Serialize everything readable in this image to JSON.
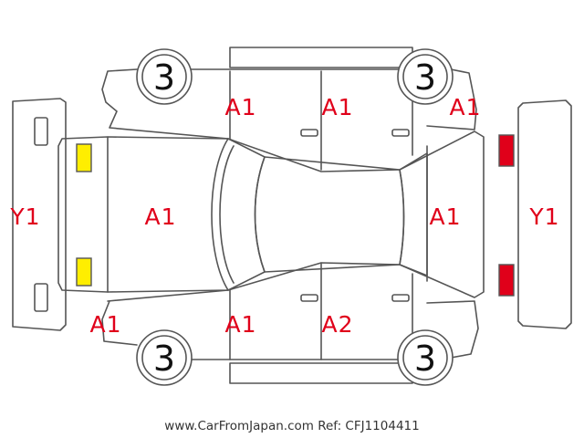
{
  "colors": {
    "label": "#e0001a",
    "outline": "#555555",
    "wheel_text": "#111111",
    "yellow_marker": "#ffee00",
    "red_marker": "#e0001a"
  },
  "wheels": {
    "front_left": "3",
    "front_right": "3",
    "rear_left": "3",
    "rear_right": "3"
  },
  "labels": {
    "front_bumper": "Y1",
    "rear_bumper": "Y1",
    "hood": "A1",
    "tailgate": "A1",
    "top_front_door": "A1",
    "top_rear_door": "A1",
    "top_rear_quarter": "A1",
    "bottom_front_fender": "A1",
    "bottom_front_door": "A1",
    "bottom_rear_door": "A2"
  },
  "markers": {
    "front_lights": "yellow",
    "rear_lights": "red"
  },
  "watermark": "www.CarFromJapan.com Ref: CFJ1104411"
}
